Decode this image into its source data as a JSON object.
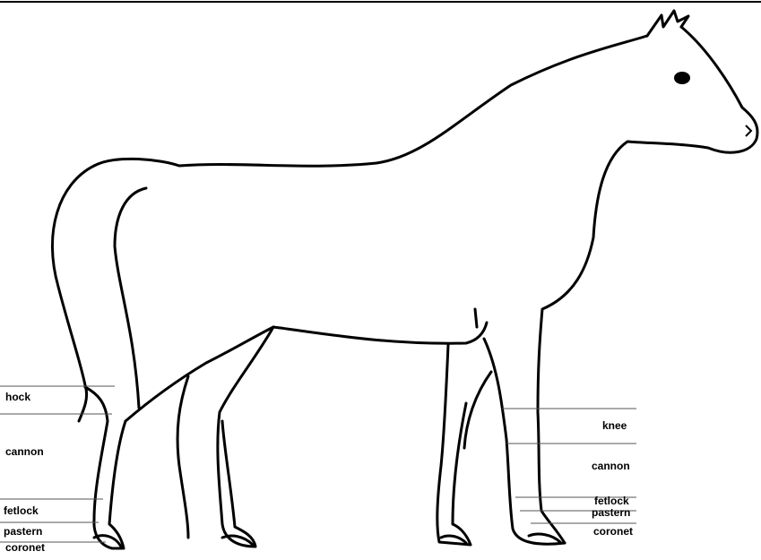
{
  "diagram": {
    "labels_left": {
      "hock": "hock",
      "cannon": "cannon",
      "fetlock": "fetlock",
      "pastern": "pastern",
      "coronet": "coronet"
    },
    "labels_right": {
      "knee": "knee",
      "cannon": "cannon",
      "fetlock": "fetlock",
      "pastern": "pastern",
      "coronet": "coronet"
    }
  }
}
